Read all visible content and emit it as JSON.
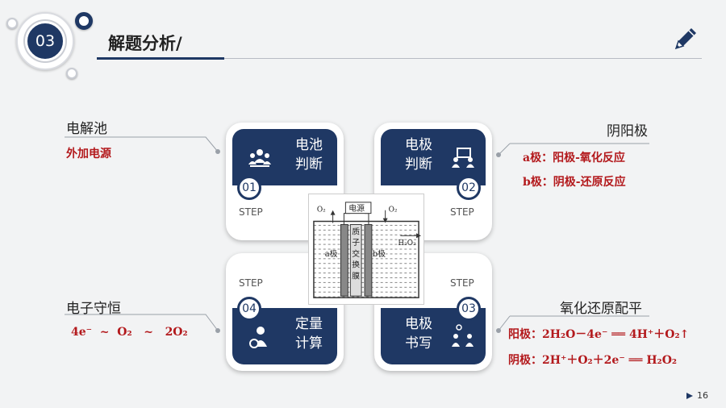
{
  "header": {
    "badge": "03",
    "title": "解题分析/"
  },
  "cards": [
    {
      "label_top": "电池",
      "label_bot": "判断",
      "num": "01",
      "step": "STEP"
    },
    {
      "label_top": "电极",
      "label_bot": "判断",
      "num": "02",
      "step": "STEP"
    },
    {
      "label_top": "定量",
      "label_bot": "计算",
      "num": "04",
      "step": "STEP"
    },
    {
      "label_top": "电极",
      "label_bot": "书写",
      "num": "03",
      "step": "STEP"
    }
  ],
  "left_top": {
    "heading": "电解池",
    "text": "外加电源"
  },
  "right_top": {
    "heading": "阴阳极",
    "lines": [
      "a极：阳极-氧化反应",
      "b极：阴极-还原反应"
    ]
  },
  "left_bottom": {
    "heading": "电子守恒",
    "text": "4e⁻  ~  O₂   ~   2O₂"
  },
  "right_bottom": {
    "heading": "氧化还原配平",
    "lines": [
      "阳极：2H₂O－4e⁻ ══ 4H⁺＋O₂↑",
      "阴极：2H⁺＋O₂＋2e⁻ ══ H₂O₂"
    ]
  },
  "apparatus": {
    "power": "电源",
    "left_gas": "O₂",
    "right_gas": "O₂",
    "out": "H₂O₂",
    "a_label": "a极",
    "b_label": "b极",
    "membrane": [
      "质",
      "子",
      "交",
      "换",
      "膜"
    ]
  },
  "pager": {
    "page": "16"
  }
}
